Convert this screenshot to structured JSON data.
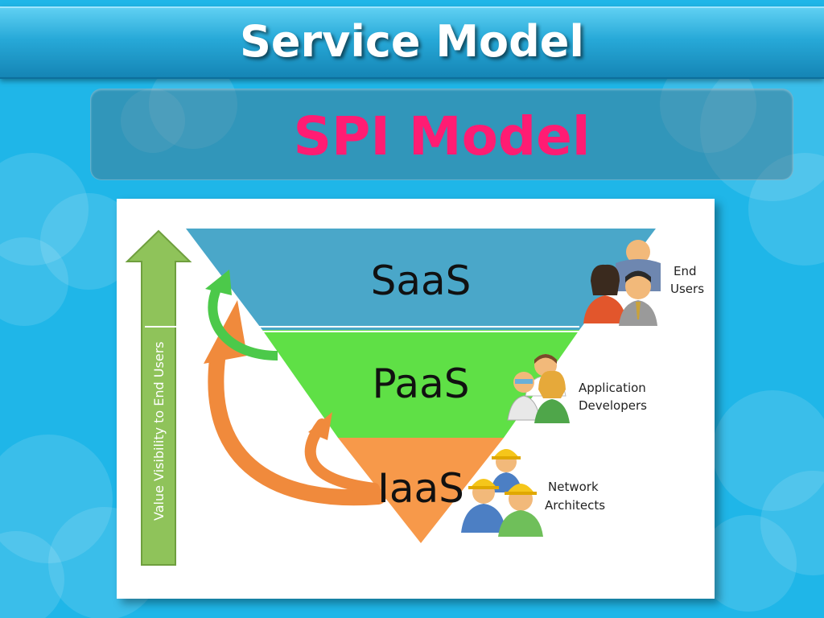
{
  "slide": {
    "title": "Service Model",
    "subtitle": "SPI Model"
  },
  "diagram": {
    "axis_label": "Value Visibility to End Users",
    "layers": [
      {
        "name": "SaaS",
        "color": "#4aa7c9",
        "audience_line1": "End",
        "audience_line2": "Users"
      },
      {
        "name": "PaaS",
        "color": "#5fe046",
        "audience_line1": "Application",
        "audience_line2": "Developers"
      },
      {
        "name": "IaaS",
        "color": "#f7994a",
        "audience_line1": "Network",
        "audience_line2": "Architects"
      }
    ],
    "colors": {
      "axis_arrow": "#8fc35a",
      "green_arrow": "#4cc94a",
      "orange_arrow": "#f08a3c",
      "title_pink": "#ff1c73"
    }
  }
}
